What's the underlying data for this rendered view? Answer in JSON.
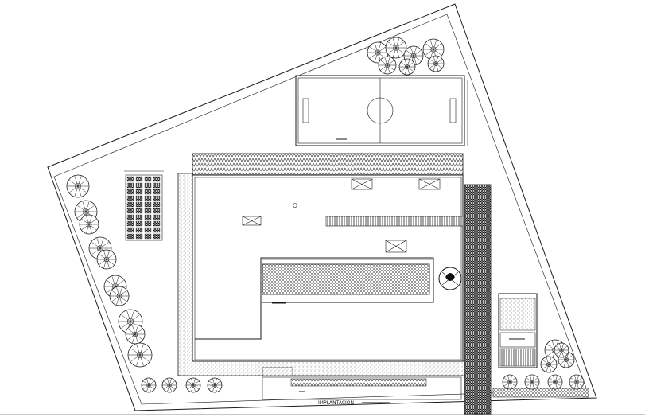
{
  "drawing": {
    "title": "IMPLANTACION",
    "sheet_type": "site-plan",
    "line_color": "#1a1a1a",
    "background": "#ffffff",
    "tree_count_north": 7,
    "tree_count_west": 10,
    "tree_count_east": 4,
    "shrub_count_south": 8
  }
}
